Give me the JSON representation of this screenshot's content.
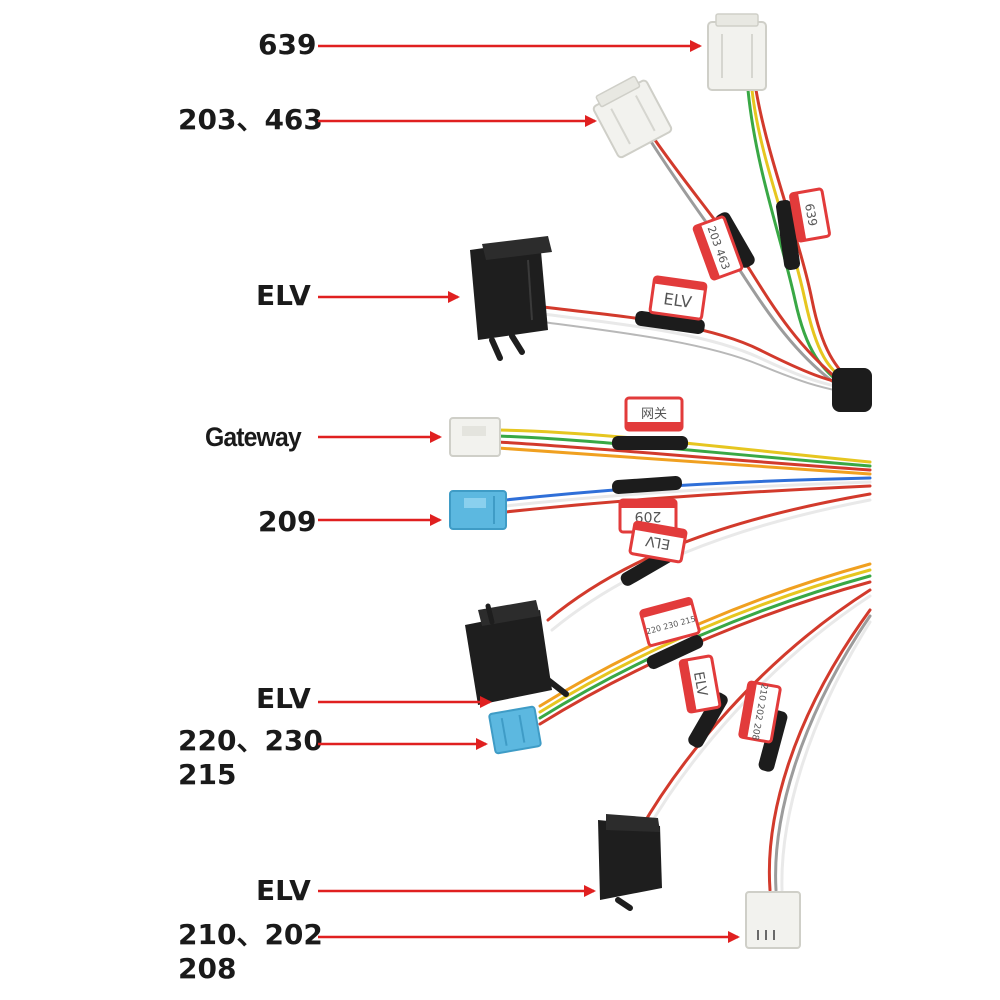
{
  "labels": {
    "l639": "639",
    "l203_463": "203、463",
    "elv_1": "ELV",
    "gateway": "Gateway",
    "l209": "209",
    "elv_2": "ELV",
    "l220_230": "220、230",
    "l215": "215",
    "elv_3": "ELV",
    "l210_202": "210、202",
    "l208": "208"
  },
  "tags": {
    "t639": "639",
    "t203_463": "203 463",
    "elv_a": "ELV",
    "gateway_tag": "网关",
    "t209": "209",
    "elv_b": "ELV",
    "t220_230": "220 230 215",
    "elv_c": "ELV",
    "t210_202": "210 202 208"
  },
  "colors": {
    "arrow": "#e02020",
    "connector_black": "#1e1e1e",
    "connector_white": "#f2f2ee",
    "connector_blue": "#5cb8e0",
    "tag_red": "#e23b3b"
  }
}
